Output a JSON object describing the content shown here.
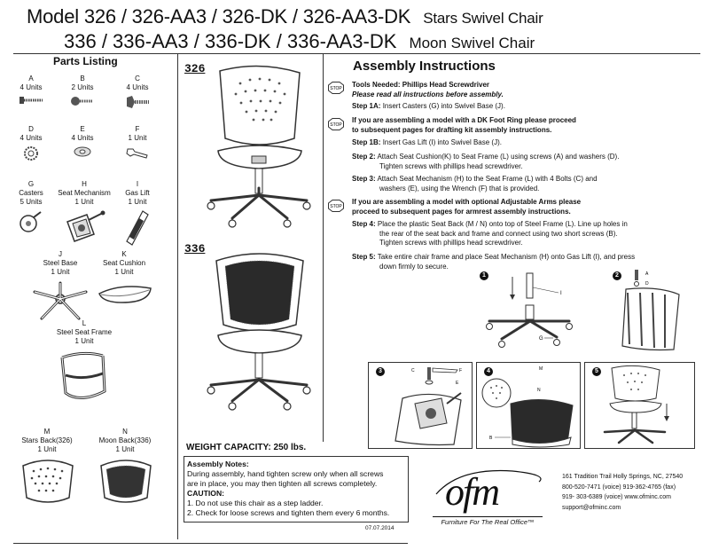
{
  "header": {
    "line1": "Model 326 / 326-AA3 / 326-DK / 326-AA3-DK",
    "line1_sub": "Stars Swivel Chair",
    "line2": "336 / 336-AA3 / 336-DK / 336-AA3-DK",
    "line2_sub": "Moon Swivel Chair"
  },
  "parts": {
    "heading": "Parts Listing",
    "items": [
      {
        "letter": "A",
        "qty": "4 Units",
        "icon": "screw-icon"
      },
      {
        "letter": "B",
        "qty": "2 Units",
        "icon": "short-screw-icon"
      },
      {
        "letter": "C",
        "qty": "4 Units",
        "icon": "bolt-icon"
      },
      {
        "letter": "D",
        "qty": "4 Units",
        "icon": "lock-washer-icon"
      },
      {
        "letter": "E",
        "qty": "4 Units",
        "icon": "flat-washer-icon"
      },
      {
        "letter": "F",
        "qty": "1 Unit",
        "icon": "wrench-icon"
      },
      {
        "letter": "G",
        "name": "Casters",
        "qty": "5 Units",
        "icon": "caster-icon"
      },
      {
        "letter": "H",
        "name": "Seat Mechanism",
        "qty": "1 Unit",
        "icon": "seat-mechanism-icon"
      },
      {
        "letter": "I",
        "name": "Gas Lift",
        "qty": "1 Unit",
        "icon": "gas-lift-icon"
      },
      {
        "letter": "J",
        "name": "Steel Base",
        "qty": "1 Unit",
        "icon": "steel-base-icon"
      },
      {
        "letter": "K",
        "name": "Seat Cushion",
        "qty": "1 Unit",
        "icon": "seat-cushion-icon"
      },
      {
        "letter": "L",
        "name": "Steel Seat Frame",
        "qty": "1 Unit",
        "icon": "seat-frame-icon"
      },
      {
        "letter": "M",
        "name": "Stars Back(326)",
        "qty": "1 Unit",
        "icon": "stars-back-icon"
      },
      {
        "letter": "N",
        "name": "Moon Back(336)",
        "qty": "1 Unit",
        "icon": "moon-back-icon"
      }
    ]
  },
  "models": {
    "stars": "326",
    "moon": "336"
  },
  "weight_capacity": "WEIGHT CAPACITY: 250 lbs.",
  "assembly": {
    "heading": "Assembly Instructions",
    "tools": "Tools Needed: Phillips Head Screwdriver",
    "read_all": "Please read all instructions before assembly.",
    "step1a_label": "Step 1A:",
    "step1a": "Insert Casters (G) into Swivel Base (J).",
    "dk_note1": "If you are assembling a model with a DK Foot Ring please proceed",
    "dk_note2": "to subsequent pages for drafting kit assembly instructions.",
    "step1b_label": "Step 1B:",
    "step1b": "Insert Gas Lift (I) into Swivel Base (J).",
    "step2_label": "Step 2:",
    "step2a": "Attach Seat Cushion(K) to Seat Frame (L) using screws (A) and washers (D).",
    "step2b": "Tighten screws with phillips head screwdriver.",
    "step3_label": "Step 3:",
    "step3a": "Attach Seat Mechanism (H) to the Seat Frame (L) with 4 Bolts (C) and",
    "step3b": "washers (E), using the Wrench (F) that is provided.",
    "arms_note1": "If you are assembling a model with optional Adjustable Arms please",
    "arms_note2": "proceed to subsequent pages for armrest assembly instructions.",
    "step4_label": "Step 4:",
    "step4a": "Place the plastic Seat Back (M / N) onto top of Steel Frame (L). Line up holes in",
    "step4b": "the rear of the seat back and frame and connect using two short screws (B).",
    "step4c": "Tighten screws with phillips head screwdriver.",
    "step5_label": "Step 5:",
    "step5a": "Take entire chair frame and place Seat Mechanism (H) onto Gas Lift (I), and press",
    "step5b": "down firmly to secure.",
    "stop_label": "STOP"
  },
  "diagrams": {
    "nums": [
      "1",
      "2",
      "3",
      "4",
      "5"
    ],
    "labels": {
      "I": "I",
      "G": "G",
      "A": "A",
      "D": "D",
      "C": "C",
      "F": "F",
      "E": "E",
      "M": "M",
      "N": "N",
      "B": "B"
    }
  },
  "notes": {
    "heading": "Assembly Notes:",
    "line1": "During assembly, hand tighten screw only when all screws",
    "line2": "are in place, you may then tighten all screws completely.",
    "caution": "CAUTION:",
    "c1": "1. Do not use this chair as a step ladder.",
    "c2": "2. Check for loose screws and tighten them every 6 months."
  },
  "date": "07.07.2014",
  "brand": {
    "logo": "ofm",
    "tagline": "Furniture For The Real Office™"
  },
  "contact": {
    "address": "161 Tradition Trail  Holly Springs, NC, 27540",
    "line2": "800-520-7471 (voice)    919-362-4765 (fax)",
    "line3": "919- 303-6389 (voice)   www.ofminc.com",
    "email": "support@ofminc.com"
  }
}
